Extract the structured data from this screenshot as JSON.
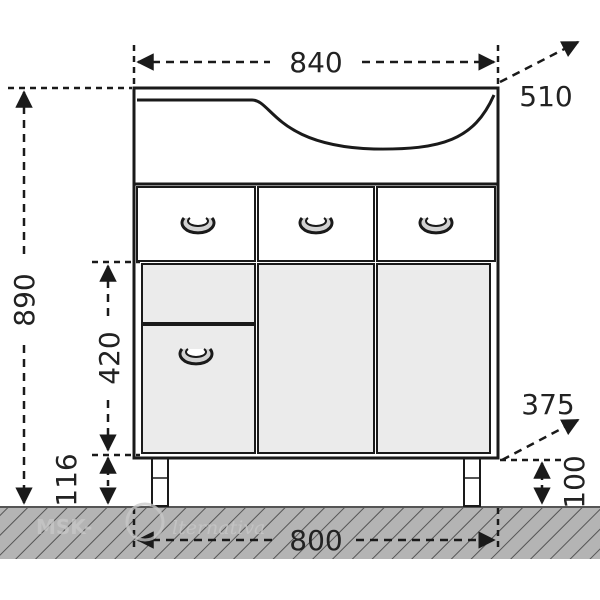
{
  "dimensions": {
    "total_width": "840",
    "depth_top": "510",
    "total_height": "890",
    "door_height": "420",
    "plinth_height": "116",
    "depth_bottom": "375",
    "leg_height": "100",
    "bottom_width": "800"
  },
  "watermark": {
    "brand": "MSK-",
    "text": "lternativa"
  },
  "colors": {
    "line": "#1a1a1a",
    "door_fill": "#ebebeb",
    "floor_fill": "#b4b4b4",
    "handle_fill": "#d2d2d2"
  }
}
